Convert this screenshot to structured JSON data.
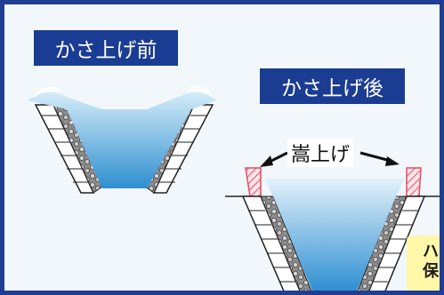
{
  "labels": {
    "before": "かさ上げ前",
    "after": "かさ上げ後",
    "raise": "嵩上げ"
  },
  "note": {
    "text": "ハ\n保"
  },
  "colors": {
    "border": "#1f3d91",
    "label_bg": "#1a3c92",
    "water_top": "#cfe8f7",
    "water_bottom": "#2e8fd0",
    "raised_wall": "#e84a5f",
    "note_bg": "#fff6a8"
  }
}
